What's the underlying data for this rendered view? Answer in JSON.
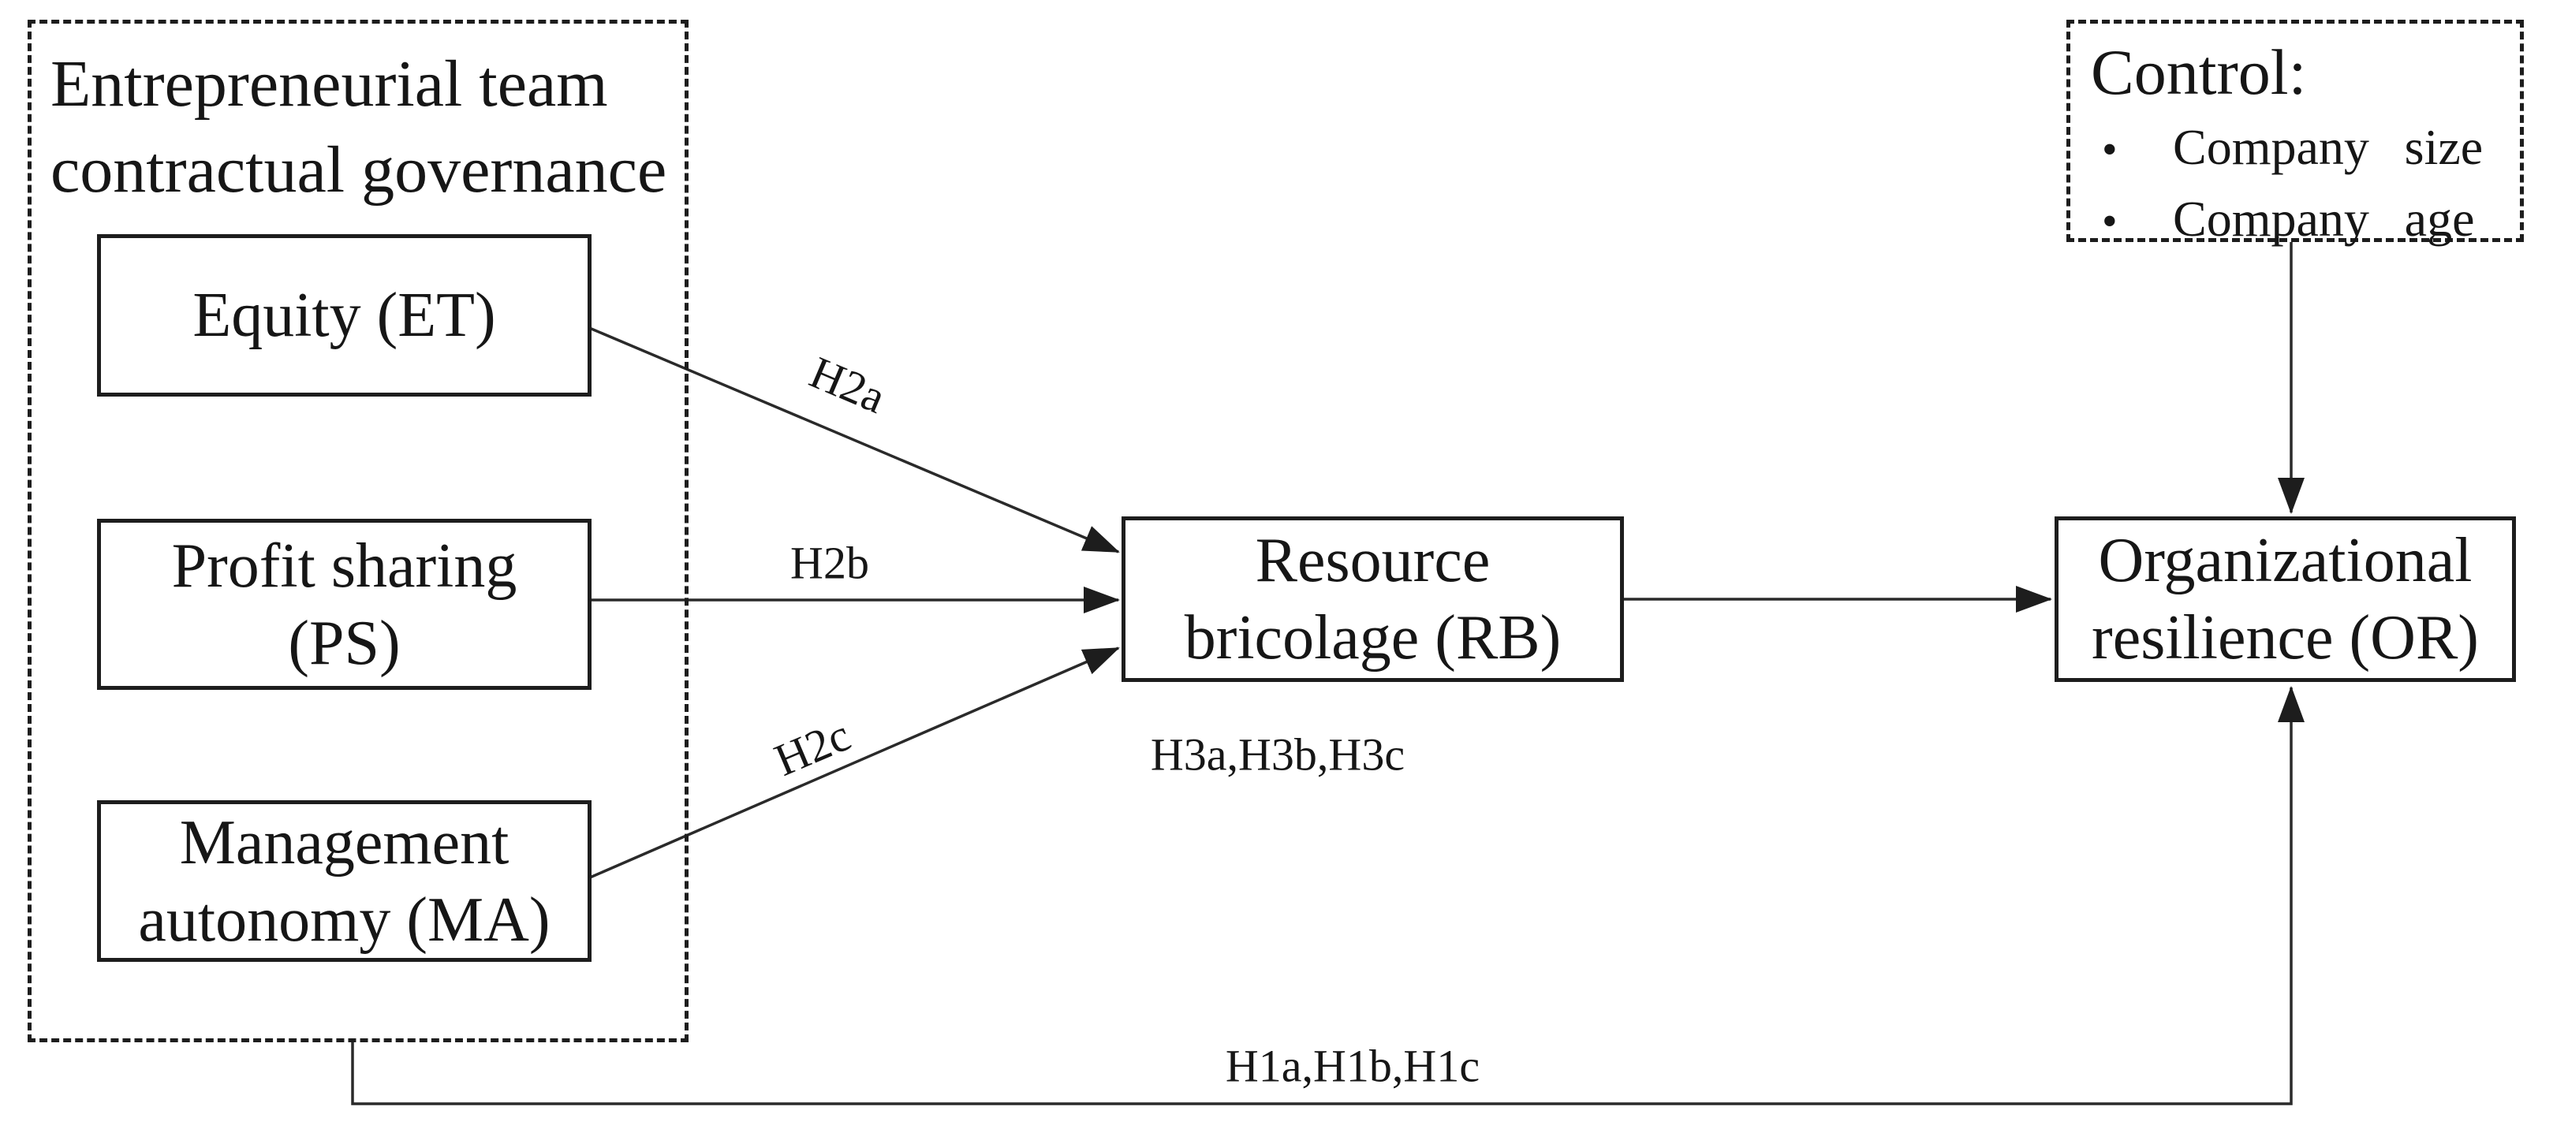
{
  "figure": {
    "background": "#ffffff",
    "ink_color": "#1d1d1d"
  },
  "left_group": {
    "title_lines": [
      "Entrepreneurial team",
      "contractual governance"
    ],
    "boxes": [
      {
        "id": "equity",
        "lines": [
          "Equity (ET)"
        ]
      },
      {
        "id": "profit-sharing",
        "lines": [
          "Profit sharing",
          "(PS)"
        ]
      },
      {
        "id": "management-autonomy",
        "lines": [
          "Management",
          "autonomy (MA)"
        ]
      }
    ]
  },
  "mediator_box": {
    "lines": [
      "Resource",
      "bricolage (RB)"
    ]
  },
  "outcome_box": {
    "lines": [
      "Organizational",
      "resilience (OR)"
    ]
  },
  "control_box": {
    "heading": "Control:",
    "bullet": "•",
    "items": [
      "Company size",
      "Company age"
    ]
  },
  "hypothesis_labels": {
    "h2a": "H2a",
    "h2b": "H2b",
    "h2c": "H2c",
    "h3": "H3a,H3b,H3c",
    "h1": "H1a,H1b,H1c"
  }
}
